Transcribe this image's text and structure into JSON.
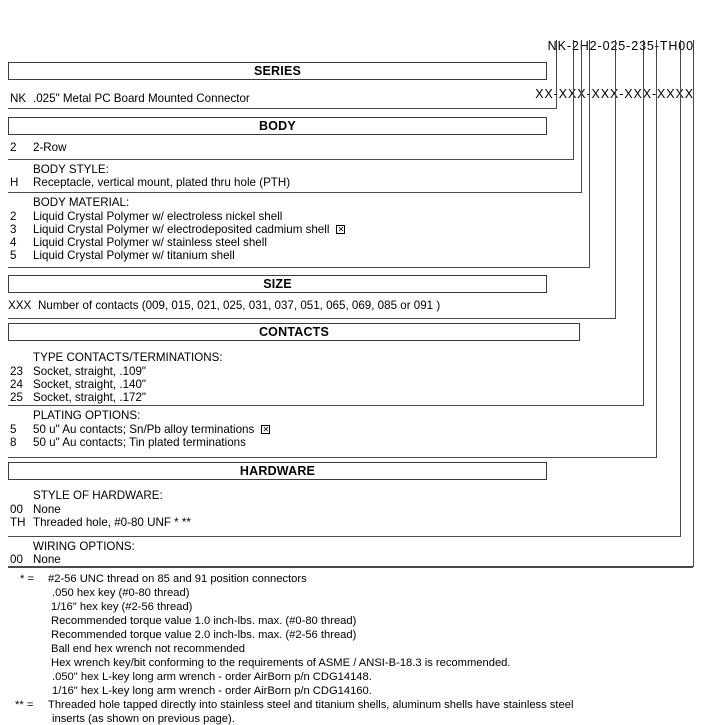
{
  "part_number": {
    "example": "NK-2H2-025-235-TH00",
    "mask": "XX-XXX-XXX-XXX-XXXX"
  },
  "sections": [
    {
      "name": "series-section",
      "title": "SERIES"
    },
    {
      "name": "body-section",
      "title": "BODY"
    },
    {
      "name": "size-section",
      "title": "SIZE"
    },
    {
      "name": "contacts-section",
      "title": "CONTACTS"
    },
    {
      "name": "hardware-section",
      "title": "HARDWARE"
    }
  ],
  "series": {
    "code": "NK",
    "text": "  .025\" Metal PC Board Mounted Connector"
  },
  "body": {
    "row": {
      "code": "2",
      "text": "2-Row"
    },
    "style": {
      "title": "BODY STYLE:",
      "options": [
        {
          "code": "H",
          "text": "Receptacle, vertical mount, plated thru hole (PTH)",
          "selected": false
        }
      ]
    },
    "material": {
      "title": "BODY MATERIAL:",
      "options": [
        {
          "code": "2",
          "text": "Liquid Crystal Polymer w/ electroless nickel shell",
          "selected": false
        },
        {
          "code": "3",
          "text": "Liquid Crystal Polymer w/ electrodeposited cadmium shell",
          "selected": true
        },
        {
          "code": "4",
          "text": "Liquid Crystal Polymer w/ stainless steel shell",
          "selected": false
        },
        {
          "code": "5",
          "text": "Liquid Crystal Polymer w/ titanium shell",
          "selected": false
        }
      ]
    }
  },
  "size": {
    "code": "XXX",
    "text": "Number of contacts (009, 015, 021, 025, 031, 037, 051, 065, 069, 085 or 091 )"
  },
  "contacts": {
    "type": {
      "title": "TYPE CONTACTS/TERMINATIONS:",
      "options": [
        {
          "code": "23",
          "text": "Socket, straight, .109\"",
          "selected": false
        },
        {
          "code": "24",
          "text": "Socket, straight, .140\"",
          "selected": false
        },
        {
          "code": "25",
          "text": "Socket, straight, .172\"",
          "selected": false
        }
      ]
    },
    "plating": {
      "title": "PLATING OPTIONS:",
      "options": [
        {
          "code": "5",
          "text": "50 u\" Au contacts; Sn/Pb alloy terminations",
          "selected": true
        },
        {
          "code": "8",
          "text": "50 u\" Au contacts; Tin plated terminations",
          "selected": false
        }
      ]
    }
  },
  "hardware": {
    "style": {
      "title": "STYLE OF HARDWARE:",
      "options": [
        {
          "code": "00",
          "text": "None",
          "selected": false
        },
        {
          "code": "TH",
          "text": "Threaded hole, #0-80 UNF * **",
          "selected": false
        }
      ]
    },
    "wiring": {
      "title": "WIRING OPTIONS:",
      "options": [
        {
          "code": "00",
          "text": "None",
          "selected": false
        }
      ]
    }
  },
  "footnotes": [
    {
      "mark": "*  =",
      "lines": [
        "#2-56 UNC thread on 85 and 91 position connectors",
        ".050 hex key (#0-80 thread)",
        "1/16\" hex key (#2-56 thread)",
        "Recommended torque value 1.0 inch-lbs. max. (#0-80 thread)",
        "Recommended torque value 2.0 inch-lbs. max. (#2-56 thread)",
        "Ball end hex wrench not recommended",
        "Hex wrench key/bit conforming to the requirements of ASME / ANSI-B-18.3 is recommended.",
        ".050\" hex L-key long arm wrench - order AirBorn p/n CDG14148.",
        "1/16\" hex L-key long arm wrench - order AirBorn p/n CDG14160."
      ]
    },
    {
      "mark": "** =",
      "lines": [
        "Threaded hole tapped directly into stainless steel and titanium shells, aluminum shells have stainless steel",
        "inserts (as shown on previous page)."
      ]
    }
  ],
  "checkbox_glyph": "✕"
}
